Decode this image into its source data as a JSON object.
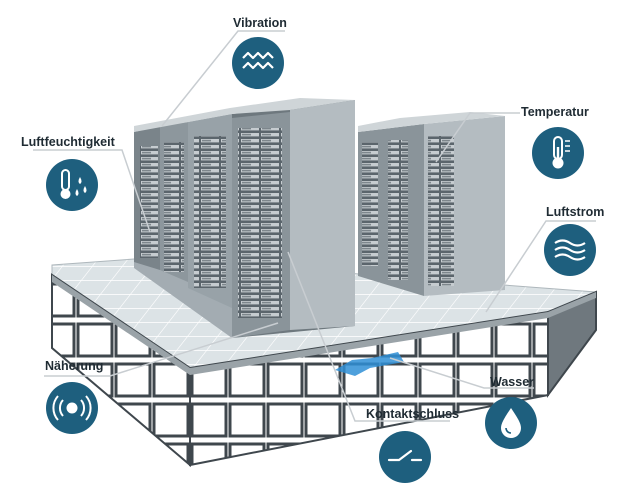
{
  "labels": {
    "vibration": "Vibration",
    "humidity": "Luftfeuchtigkeit",
    "temperature": "Temperatur",
    "airflow": "Luftstrom",
    "proximity": "Näherung",
    "water": "Wasser",
    "contact": "Kontaktschluss"
  },
  "icons": {
    "vibration": "vibration-waves-icon",
    "humidity": "thermometer-droplets-icon",
    "temperature": "thermometer-icon",
    "airflow": "airflow-waves-icon",
    "proximity": "proximity-radar-icon",
    "water": "water-drop-icon",
    "contact": "contact-switch-icon"
  },
  "colors": {
    "icon_bg": "#1e5f7e",
    "leader_line": "#c8cdd1",
    "rack": "#8f9aa2",
    "floor_tile": "#d9e0e3",
    "water": "#2f8fd6"
  }
}
